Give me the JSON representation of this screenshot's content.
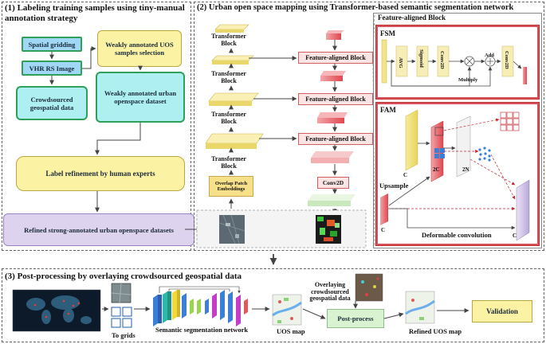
{
  "section1": {
    "title": "(1) Labeling training samples using tiny-manual annotation strategy",
    "title_line1": "(1) Labeling training samples using tiny-manual",
    "title_line2": "annotation strategy",
    "spatial_gridding": "Spatial gridding",
    "vhr_rs_image": "VHR RS Image",
    "crowdsourced_data": "Crowdsourced geospatial data",
    "weak_selection": "Weakly annotated UOS samples selection",
    "weak_dataset": "Weakly annotated urban openspace dataset",
    "label_refinement": "Label refinement by human experts",
    "refined_datasets": "Refined strong-annotated urban openspace datasets"
  },
  "section2": {
    "title": "(2) Urban open space mapping using Transformer-based semantic segmentation network",
    "transformer_block": "Transformer Block",
    "overlap_patch": "Overlap Patch Embeddings",
    "feature_aligned_block": "Feature-aligned Block",
    "conv2d": "Conv2D",
    "fab_panel_title": "Feature-aligned Block",
    "fsm": {
      "title": "FSM",
      "avg": "AVG",
      "sigmoid": "Sigmoid",
      "conv2d_a": "Conv2D",
      "multiply": "Multiply",
      "add": "Add",
      "conv2d_b": "Conv2D"
    },
    "fam": {
      "title": "FAM",
      "upsample": "Upsample",
      "c_label": "C",
      "twoc_label": "2C",
      "twon_label": "2N",
      "deformable": "Deformable convolution"
    }
  },
  "section3": {
    "title": "(3) Post-processing by overlaying crowdsourced geospatial data",
    "to_grids": "To grids",
    "seg_network": "Semantic segmentation network",
    "uos_map": "UOS map",
    "overlay_caption": "Overlaying crowdsourced geospatial data",
    "post_process": "Post-process",
    "refined_uos_map": "Refined UOS map",
    "validation": "Validation"
  },
  "colors": {
    "blue_box": "#9fd7f5",
    "cyan_box": "#aef0f2",
    "yellow_box": "#fbf2a4",
    "purple_box": "#ddd3ee",
    "green_box": "#d9f2d0",
    "red_box": "#e8505a",
    "transformer": "#f3e48a"
  }
}
